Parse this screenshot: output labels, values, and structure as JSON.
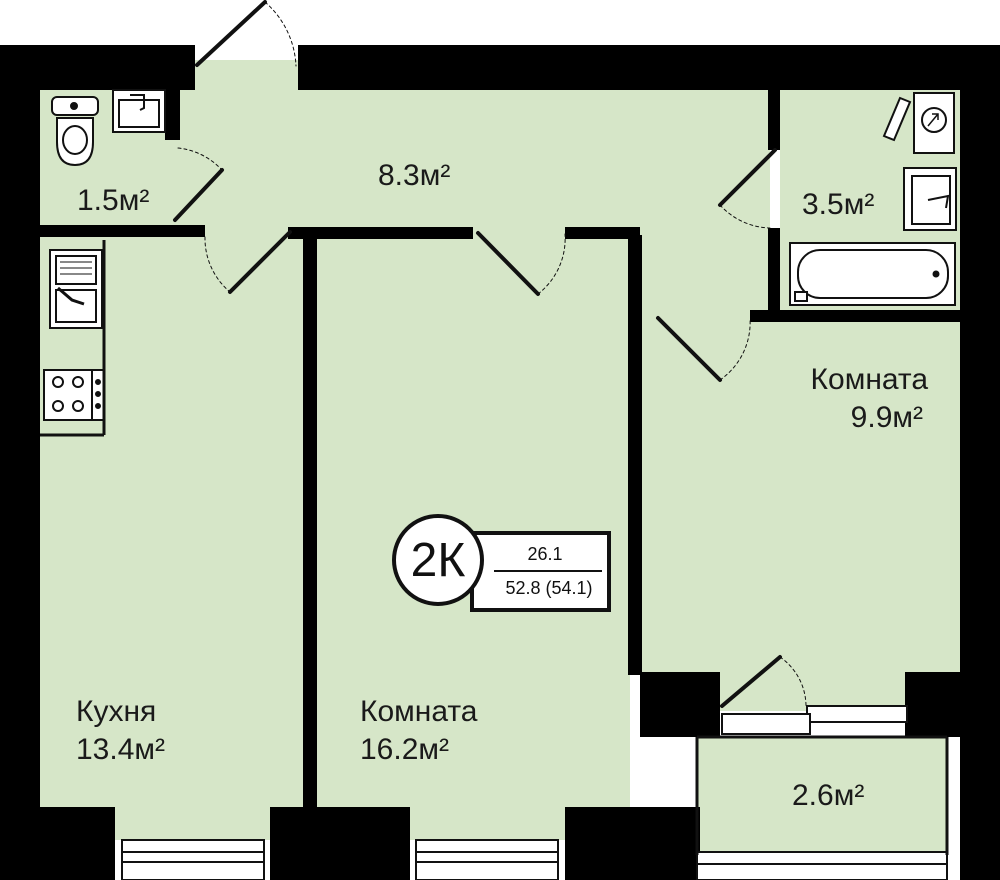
{
  "plan": {
    "type_badge": "2К",
    "living_area": "26.1",
    "total_area": "52.8 (54.1)",
    "fill_color": "#d6e6c8",
    "wall_color": "#000000"
  },
  "rooms": {
    "wc": {
      "area": "1.5м²"
    },
    "hall": {
      "area": "8.3м²"
    },
    "bathroom": {
      "area": "3.5м²"
    },
    "kitchen": {
      "name": "Кухня",
      "area": "13.4м²"
    },
    "room_big": {
      "name": "Комната",
      "area": "16.2м²"
    },
    "room_small": {
      "name": "Комната",
      "area": "9.9м²"
    },
    "balcony": {
      "area": "2.6м²"
    }
  }
}
